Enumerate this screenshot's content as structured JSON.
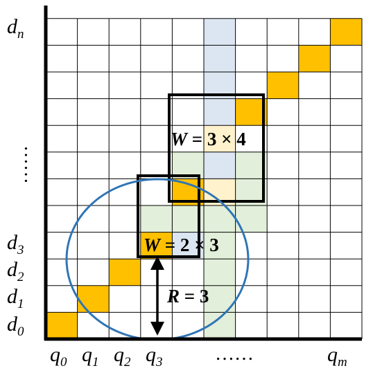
{
  "rows": {
    "labels": [
      {
        "base": "d",
        "sub": "n"
      },
      {
        "base": "d",
        "sub": "3"
      },
      {
        "base": "d",
        "sub": "2"
      },
      {
        "base": "d",
        "sub": "1"
      },
      {
        "base": "d",
        "sub": "0"
      }
    ],
    "ellipsis": "……"
  },
  "columns": {
    "labels": [
      {
        "base": "q",
        "sub": "0"
      },
      {
        "base": "q",
        "sub": "1"
      },
      {
        "base": "q",
        "sub": "2"
      },
      {
        "base": "q",
        "sub": "3"
      },
      {
        "base": "q",
        "sub": "m"
      }
    ],
    "ellipsis": "……"
  },
  "annotations": {
    "window_large": {
      "var": "W",
      "text": " = 3 × 4"
    },
    "window_small": {
      "var": "W",
      "text": " = 2 × 3"
    },
    "radius": {
      "var": "R",
      "text": " = 3"
    }
  },
  "colors": {
    "match_cell": "#FFC000",
    "column_highlight": "#DCE6F2",
    "window_fill_green": "#E2EFDA",
    "window_fill_yellow": "#FFF2CC",
    "circle": "#2E75B6",
    "grid": "#000000"
  }
}
